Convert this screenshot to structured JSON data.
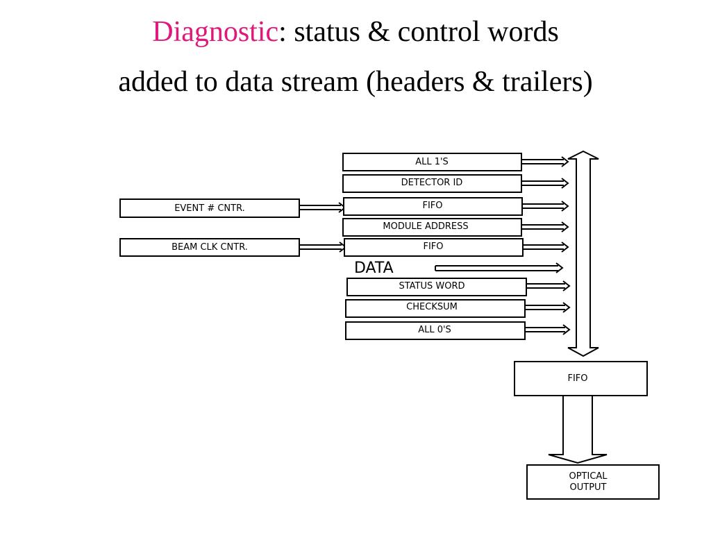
{
  "title": {
    "keyword": "Diagnostic",
    "line1_rest": ":  status & control words",
    "line2": "added to data stream (headers & trailers)",
    "keyword_color": "#e0187a"
  },
  "diagram": {
    "stream_boxes": [
      "ALL 1'S",
      "DETECTOR ID",
      "FIFO",
      "MODULE ADDRESS",
      "FIFO",
      "STATUS WORD",
      "CHECKSUM",
      "ALL 0'S"
    ],
    "data_label": "DATA",
    "counters": [
      "EVENT # CNTR.",
      "BEAM CLK CNTR."
    ],
    "output_fifo": "FIFO",
    "optical_output": [
      "OPTICAL",
      "OUTPUT"
    ]
  }
}
